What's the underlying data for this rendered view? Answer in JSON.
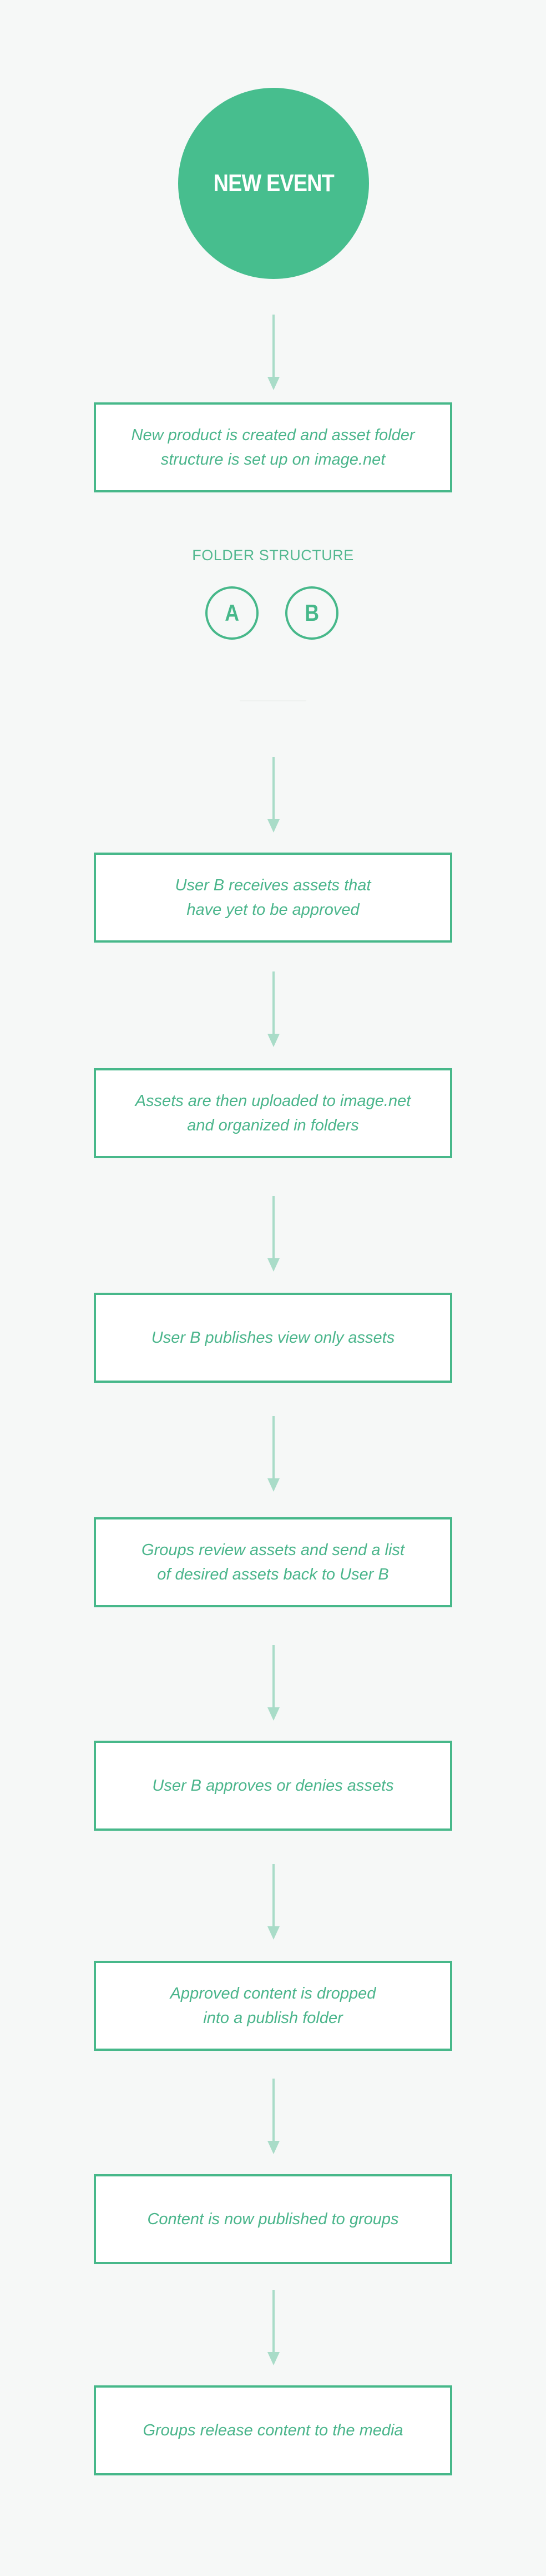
{
  "start": {
    "label": "NEW EVENT"
  },
  "folder_structure": {
    "heading": "FOLDER STRUCTURE",
    "folders": [
      "A",
      "B"
    ]
  },
  "steps": [
    "New product is created and asset folder\nstructure is set up on image.net",
    "User B receives assets that\nhave yet to be approved",
    "Assets are then uploaded to image.net\nand organized in folders",
    "User B publishes view only assets",
    "Groups review assets and send a list\nof desired assets back to User B",
    "User B approves or denies assets",
    "Approved content is dropped\ninto a publish folder",
    "Content is now published to groups",
    "Groups release content to the media"
  ],
  "colors": {
    "background": "#f6f8f7",
    "accent": "#47be8e",
    "box_border": "#47b88a",
    "text": "#4ab58b",
    "arrow": "#a9dcc8"
  }
}
